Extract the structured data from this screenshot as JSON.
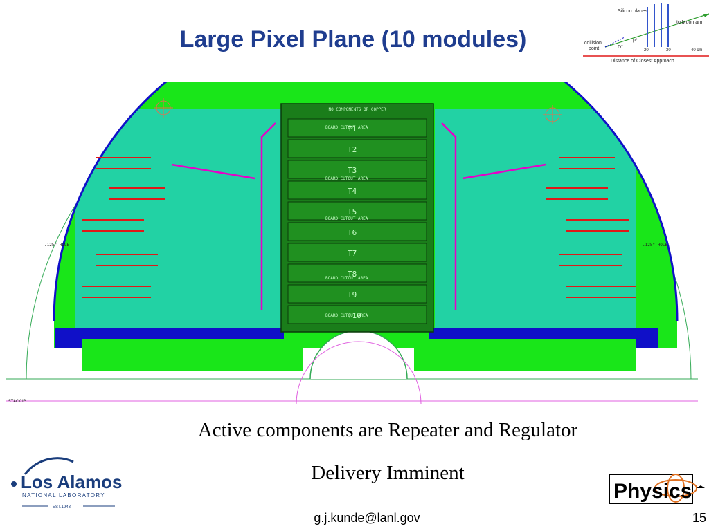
{
  "slide": {
    "title": "Large Pixel Plane (10 modules)",
    "caption_1": "Active components are Repeater and Regulator",
    "caption_2": "Delivery Imminent",
    "footer_email": "g.j.kunde@lanl.gov",
    "page_number": "15"
  },
  "inset_diagram": {
    "label_silicon_planes": "Silicon planes",
    "label_muon_arm": "to Muon arm",
    "label_collision_point_1": "collision",
    "label_collision_point_2": "point",
    "label_d0": "D°",
    "label_mu": "μ⁺",
    "label_dca": "Distance of Closest Approach",
    "tick_20": "20",
    "tick_30": "30",
    "tick_40": "40 cm"
  },
  "board": {
    "center_header_1": "NO COMPONENTS OR COPPER",
    "module_labels": [
      "T1",
      "T2",
      "T3",
      "T4",
      "T5",
      "T6",
      "T7",
      "T8",
      "T9",
      "T10"
    ],
    "cutout_label": "BOARD CUTOUT AREA",
    "hole_label": ".125\" HOLE",
    "stackup_label": "STACKUP",
    "colors": {
      "green": "#19e619",
      "dark_green": "#1a7d1a",
      "blue": "#1010c8",
      "cyan": "#28c8f0",
      "red": "#e01818",
      "magenta": "#e800c8"
    }
  },
  "logos": {
    "lanl_name_1": "Los Alamos",
    "lanl_name_2": "NATIONAL LABORATORY",
    "lanl_est": "EST.1943",
    "physics": "Physics"
  }
}
